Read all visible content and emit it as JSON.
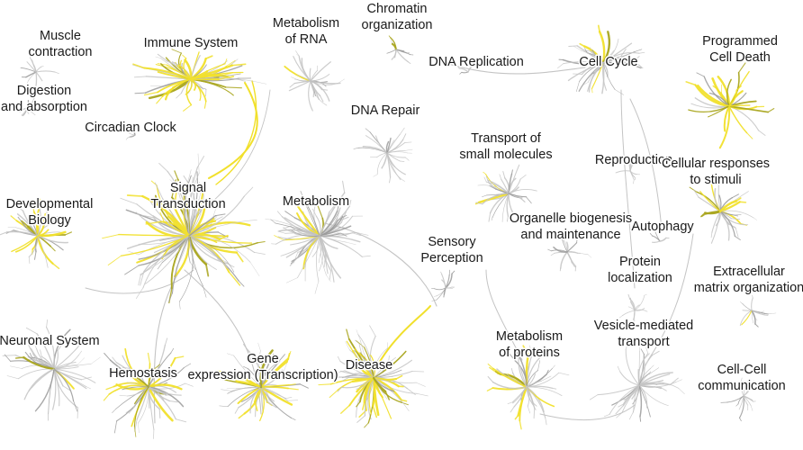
{
  "palette": {
    "background": "#ffffff",
    "edge_grey": "#c4c4c4",
    "edge_grey_dark": "#9a9a9a",
    "highlight_yellow": "#f1e02c",
    "highlight_olive": "#a9a51d",
    "label_text": "#1a1a1a"
  },
  "pathways": [
    {
      "key": "muscle",
      "lines": [
        "Muscle",
        "contraction"
      ]
    },
    {
      "key": "immune",
      "lines": [
        "Immune System"
      ]
    },
    {
      "key": "metrna",
      "lines": [
        "Metabolism",
        "of RNA"
      ]
    },
    {
      "key": "chromatin",
      "lines": [
        "Chromatin",
        "organization"
      ]
    },
    {
      "key": "dnarep",
      "lines": [
        "DNA Replication"
      ]
    },
    {
      "key": "cellcycle",
      "lines": [
        "Cell Cycle"
      ]
    },
    {
      "key": "progdeath",
      "lines": [
        "Programmed",
        "Cell Death"
      ]
    },
    {
      "key": "digestion",
      "lines": [
        "Digestion",
        "and absorption"
      ]
    },
    {
      "key": "circadian",
      "lines": [
        "Circadian Clock"
      ]
    },
    {
      "key": "dnarepair",
      "lines": [
        "DNA Repair"
      ]
    },
    {
      "key": "transport",
      "lines": [
        "Transport of",
        "small molecules"
      ]
    },
    {
      "key": "reproduction",
      "lines": [
        "Reproduction"
      ]
    },
    {
      "key": "cellresp",
      "lines": [
        "Cellular responses",
        "to stimuli"
      ]
    },
    {
      "key": "devbio",
      "lines": [
        "Developmental",
        "Biology"
      ]
    },
    {
      "key": "signal",
      "lines": [
        "Signal",
        "Transduction"
      ]
    },
    {
      "key": "metabolism",
      "lines": [
        "Metabolism"
      ]
    },
    {
      "key": "organelle",
      "lines": [
        "Organelle biogenesis",
        "and maintenance"
      ]
    },
    {
      "key": "autophagy",
      "lines": [
        "Autophagy"
      ]
    },
    {
      "key": "sensory",
      "lines": [
        "Sensory",
        "Perception"
      ]
    },
    {
      "key": "protloc",
      "lines": [
        "Protein",
        "localization"
      ]
    },
    {
      "key": "ecm",
      "lines": [
        "Extracellular",
        "matrix organization"
      ]
    },
    {
      "key": "neuronal",
      "lines": [
        "Neuronal System"
      ]
    },
    {
      "key": "hemostasis",
      "lines": [
        "Hemostasis"
      ]
    },
    {
      "key": "gene",
      "lines": [
        "Gene",
        "expression (Transcription)"
      ]
    },
    {
      "key": "disease",
      "lines": [
        "Disease"
      ]
    },
    {
      "key": "metprot",
      "lines": [
        "Metabolism",
        "of proteins"
      ]
    },
    {
      "key": "vesicle",
      "lines": [
        "Vesicle-mediated",
        "transport"
      ]
    },
    {
      "key": "cellcell",
      "lines": [
        "Cell-Cell",
        "communication"
      ]
    }
  ]
}
